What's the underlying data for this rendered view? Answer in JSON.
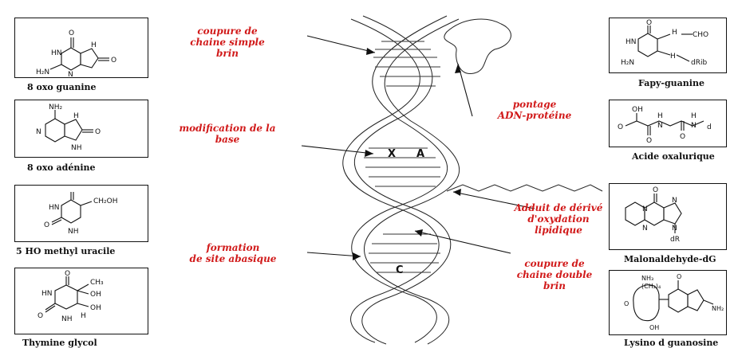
{
  "colors": {
    "annotation": "#d11a1a",
    "line": "#111111"
  },
  "molecules": {
    "oxo_guanine": "8 oxo guanine",
    "oxo_adenine": "8 oxo adénine",
    "ho_methyl_uracile": "5 HO methyl uracile",
    "thymine_glycol": "Thymine glycol",
    "fapy_guanine": "Fapy-guanine",
    "acide_oxalurique": "Acide oxalurique",
    "malonaldehyde_dg": "Malonaldehyde-dG",
    "lysino_guanosine": "Lysino d guanosine"
  },
  "annotations": {
    "coupure_simple": [
      "coupure de",
      "chaine simple",
      "brin"
    ],
    "modification_base": [
      "modification de la",
      "base"
    ],
    "site_abasique": [
      "formation",
      "de site abasique"
    ],
    "pontage": [
      "pontage",
      "ADN-protéine"
    ],
    "adduit": [
      "Adduit de dérivé",
      "d'oxydation",
      "lipidique"
    ],
    "coupure_double": [
      "coupure de",
      "chaine double",
      "brin"
    ]
  },
  "helix_labels": {
    "x": "X",
    "a": "A",
    "c": "C"
  },
  "atoms": {
    "o": "O",
    "n": "N",
    "h": "H",
    "hn": "HN",
    "nh": "NH",
    "h2n": "H₂N",
    "nh2": "NH₂",
    "ch2oh": "CH₂OH",
    "oh": "OH",
    "ch3": "CH₃",
    "cho": "CHO",
    "drib": "dRib",
    "d": "d",
    "dr": "dR",
    "lys_nh3": "NH₃",
    "lys_ch2": "(CH₂)₄"
  }
}
